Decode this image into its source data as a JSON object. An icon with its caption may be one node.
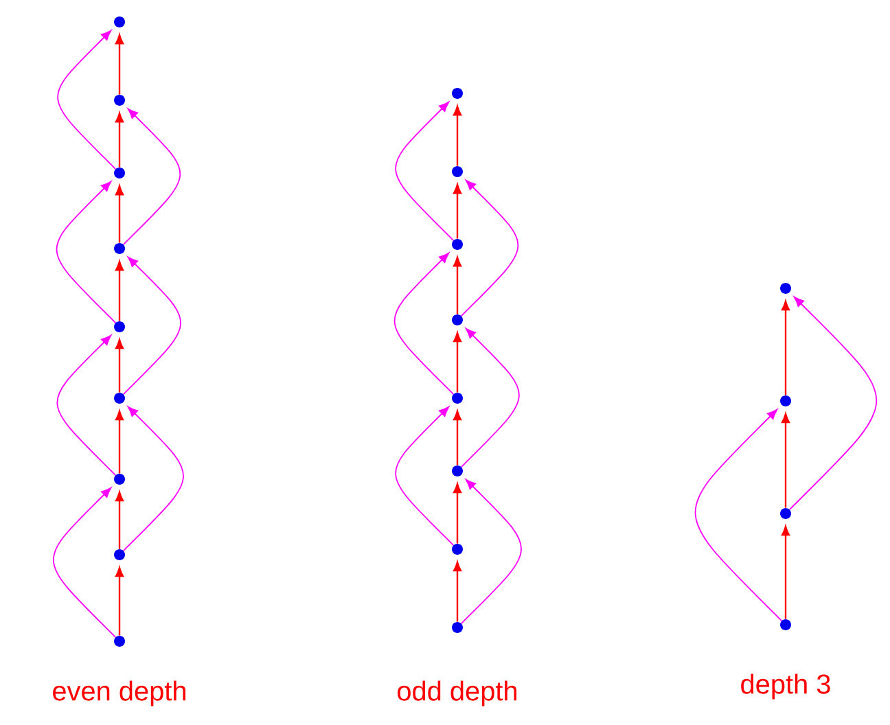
{
  "diagram": {
    "nodes": [
      {
        "text": [],
        "shape": "circle"
      },
      {
        "text": [],
        "shape": "circle"
      },
      {
        "text": [],
        "shape": "circle"
      },
      {
        "text": [],
        "shape": "circle"
      },
      {
        "text": [],
        "shape": "circle"
      },
      {
        "text": [],
        "shape": "circle"
      },
      {
        "text": [],
        "shape": "circle"
      },
      {
        "text": [],
        "shape": "circle"
      },
      {
        "text": [],
        "shape": "circle"
      },
      {
        "text": [],
        "shape": "circle"
      },
      {
        "text": [],
        "shape": "circle"
      },
      {
        "text": [],
        "shape": "circle"
      },
      {
        "text": [],
        "shape": "circle"
      },
      {
        "text": [],
        "shape": "circle"
      },
      {
        "text": [],
        "shape": "circle"
      },
      {
        "text": [],
        "shape": "circle"
      },
      {
        "text": [],
        "shape": "circle"
      },
      {
        "text": [],
        "shape": "circle"
      },
      {
        "text": [],
        "shape": "circle"
      },
      {
        "text": [],
        "shape": "circle"
      },
      {
        "text": [],
        "shape": "circle"
      }
    ],
    "edges": [
      {
        "from": 8,
        "to": 7,
        "arrow": "to"
      },
      {
        "from": 7,
        "to": 6,
        "arrow": "to"
      },
      {
        "from": 6,
        "to": 5,
        "arrow": "to"
      },
      {
        "from": 5,
        "to": 4,
        "arrow": "to"
      },
      {
        "from": 4,
        "to": 3,
        "arrow": "to"
      },
      {
        "from": 3,
        "to": 2,
        "arrow": "to"
      },
      {
        "from": 2,
        "to": 1,
        "arrow": "to"
      },
      {
        "from": 1,
        "to": 0,
        "arrow": "to"
      },
      {
        "from": 8,
        "to": 6,
        "arrow": "to",
        "color": "#ff00ff"
      },
      {
        "from": 7,
        "to": 5,
        "arrow": "to",
        "color": "#ff00ff"
      },
      {
        "from": 6,
        "to": 4,
        "arrow": "to",
        "color": "#ff00ff"
      },
      {
        "from": 5,
        "to": 3,
        "arrow": "to",
        "color": "#ff00ff"
      },
      {
        "from": 4,
        "to": 2,
        "arrow": "to",
        "color": "#ff00ff"
      },
      {
        "from": 3,
        "to": 1,
        "arrow": "to",
        "color": "#ff00ff"
      },
      {
        "from": 2,
        "to": 0,
        "arrow": "to",
        "color": "#ff00ff"
      },
      {
        "from": 16,
        "to": 15,
        "arrow": "to"
      },
      {
        "from": 15,
        "to": 14,
        "arrow": "to"
      },
      {
        "from": 14,
        "to": 13,
        "arrow": "to"
      },
      {
        "from": 13,
        "to": 12,
        "arrow": "to"
      },
      {
        "from": 12,
        "to": 11,
        "arrow": "to"
      },
      {
        "from": 11,
        "to": 10,
        "arrow": "to"
      },
      {
        "from": 10,
        "to": 9,
        "arrow": "to"
      },
      {
        "from": 16,
        "to": 14,
        "arrow": "to",
        "color": "#ff00ff"
      },
      {
        "from": 15,
        "to": 13,
        "arrow": "to",
        "color": "#ff00ff"
      },
      {
        "from": 14,
        "to": 12,
        "arrow": "to",
        "color": "#ff00ff"
      },
      {
        "from": 13,
        "to": 11,
        "arrow": "to",
        "color": "#ff00ff"
      },
      {
        "from": 12,
        "to": 10,
        "arrow": "to",
        "color": "#ff00ff"
      },
      {
        "from": 11,
        "to": 9,
        "arrow": "to",
        "color": "#ff00ff"
      },
      {
        "from": 20,
        "to": 19,
        "arrow": "to"
      },
      {
        "from": 19,
        "to": 18,
        "arrow": "to"
      },
      {
        "from": 18,
        "to": 17,
        "arrow": "to"
      },
      {
        "from": 20,
        "to": 18,
        "arrow": "to",
        "color": "#ff00ff"
      },
      {
        "from": 19,
        "to": 17,
        "arrow": "to",
        "color": "#ff00ff"
      }
    ],
    "labels": [
      "even depth",
      "odd depth",
      "depth 3"
    ]
  }
}
